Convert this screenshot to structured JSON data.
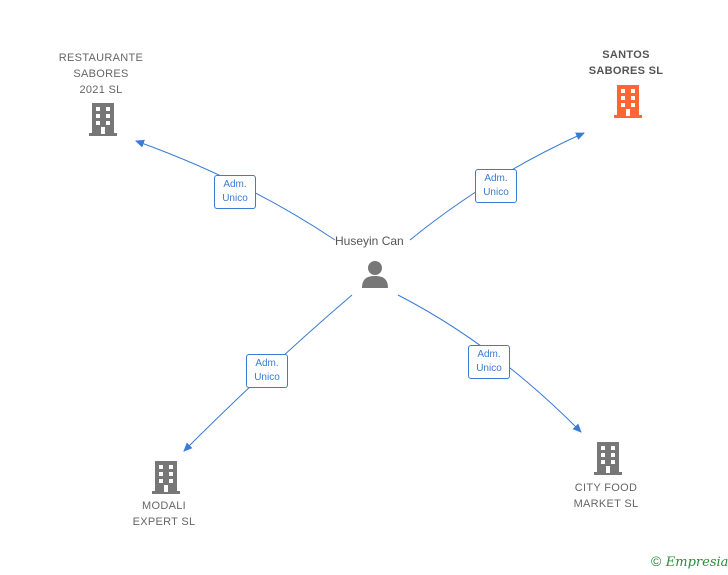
{
  "center": {
    "name": "Huseyin Can"
  },
  "companies": {
    "restaurante": {
      "name_lines": [
        "RESTAURANTE",
        "SABORES",
        "2021 SL"
      ]
    },
    "santos": {
      "name_lines": [
        "SANTOS",
        "SABORES SL"
      ]
    },
    "modali": {
      "name_lines": [
        "MODALI",
        "EXPERT SL"
      ]
    },
    "cityfood": {
      "name_lines": [
        "CITY FOOD",
        "MARKET SL"
      ]
    }
  },
  "edge_labels": {
    "restaurante": [
      "Adm.",
      "Unico"
    ],
    "santos": [
      "Adm.",
      "Unico"
    ],
    "modali": [
      "Adm.",
      "Unico"
    ],
    "cityfood": [
      "Adm.",
      "Unico"
    ]
  },
  "colors": {
    "edge": "#3a7bd5",
    "building": "#777777",
    "highlight": "#ff6633",
    "person": "#777777",
    "brand": "#2a8c3a"
  },
  "footer": {
    "copyright_symbol": "©",
    "brand": "Empresia"
  }
}
